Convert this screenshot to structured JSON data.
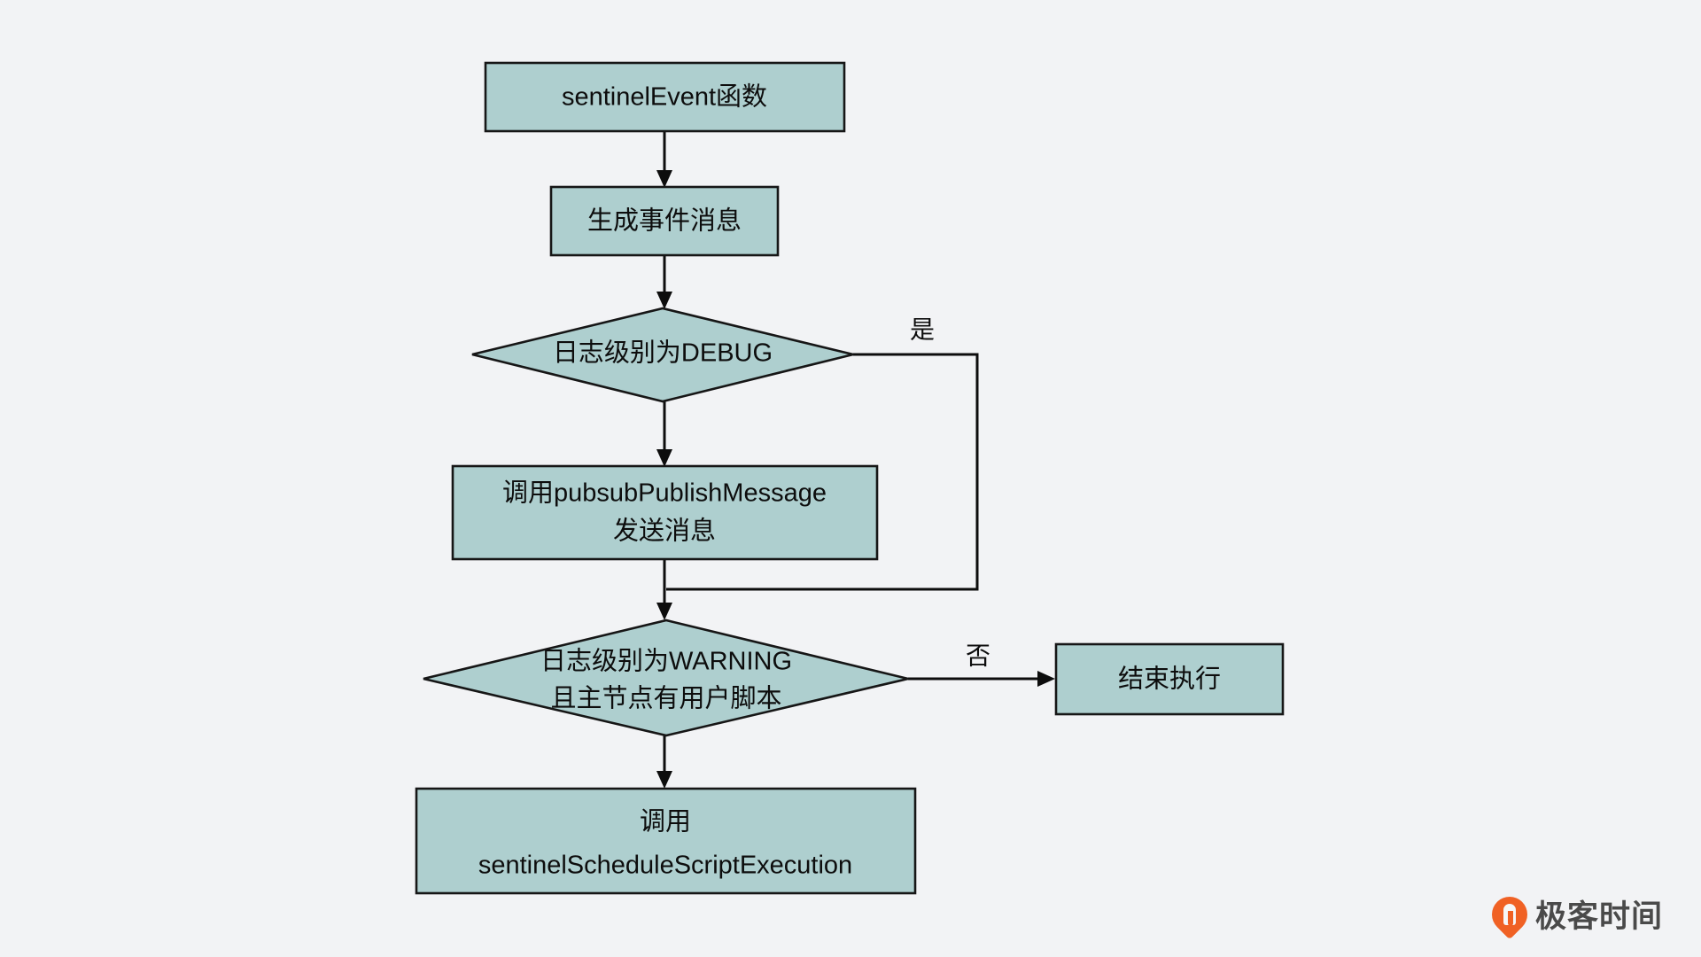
{
  "diagram": {
    "type": "flowchart",
    "orientation": "top-to-bottom",
    "background_color": "#f2f3f5",
    "node_fill_color": "#aecfcf",
    "node_border_color": "#161616",
    "text_color": "#0d0d0d",
    "nodes": [
      {
        "id": "n1",
        "shape": "rectangle",
        "label": "sentinelEvent函数"
      },
      {
        "id": "n2",
        "shape": "rectangle",
        "label": "生成事件消息"
      },
      {
        "id": "n3",
        "shape": "diamond",
        "label": "日志级别为DEBUG"
      },
      {
        "id": "n4",
        "shape": "rectangle",
        "label_line1": "调用pubsubPublishMessage",
        "label_line2": "发送消息"
      },
      {
        "id": "n5",
        "shape": "diamond",
        "label_line1": "日志级别为WARNING",
        "label_line2": "且主节点有用户脚本"
      },
      {
        "id": "n6",
        "shape": "rectangle",
        "label": "结束执行"
      },
      {
        "id": "n7",
        "shape": "rectangle",
        "label_line1": "调用",
        "label_line2": "sentinelScheduleScriptExecution"
      }
    ],
    "edges": [
      {
        "from": "n1",
        "to": "n2",
        "label": ""
      },
      {
        "from": "n2",
        "to": "n3",
        "label": ""
      },
      {
        "from": "n3",
        "to": "n4",
        "label": ""
      },
      {
        "from": "n3",
        "to": "n5",
        "label": "是"
      },
      {
        "from": "n4",
        "to": "n5",
        "label": ""
      },
      {
        "from": "n5",
        "to": "n6",
        "label": "否"
      },
      {
        "from": "n5",
        "to": "n7",
        "label": ""
      }
    ],
    "edge_labels": {
      "debug_yes": "是",
      "warning_no": "否"
    }
  },
  "watermark": {
    "text": "极客时间",
    "logo_color": "#f06124",
    "text_color": "#4a4a4a",
    "icon": "location-pin-logo-icon"
  }
}
